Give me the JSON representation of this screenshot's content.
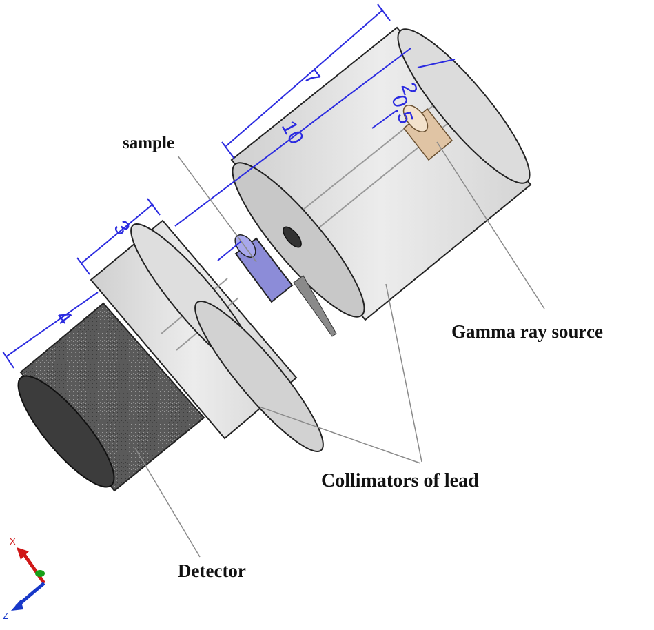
{
  "labels": {
    "sample": "sample",
    "gamma_source": "Gamma ray source",
    "collimators": "Collimators of lead",
    "detector": "Detector"
  },
  "dimensions": {
    "collimator_length_large": "7",
    "source_to_detector": "10",
    "collimator_length_small": "3",
    "detector_length": "4",
    "source_outer": "2",
    "source_inner": "0.5"
  },
  "axes": {
    "x": "X",
    "z": "Z"
  },
  "colors": {
    "dimension_blue": "#2b2be0",
    "collimator_grey": "#d9d9d9",
    "detector_dark": "#4a4a4a",
    "sample_lavender": "#8c8cd8",
    "source_tan": "#e0c4a4",
    "axis_x_red": "#d01818",
    "axis_z_blue": "#1838c8",
    "axis_y_green": "#18a018"
  }
}
